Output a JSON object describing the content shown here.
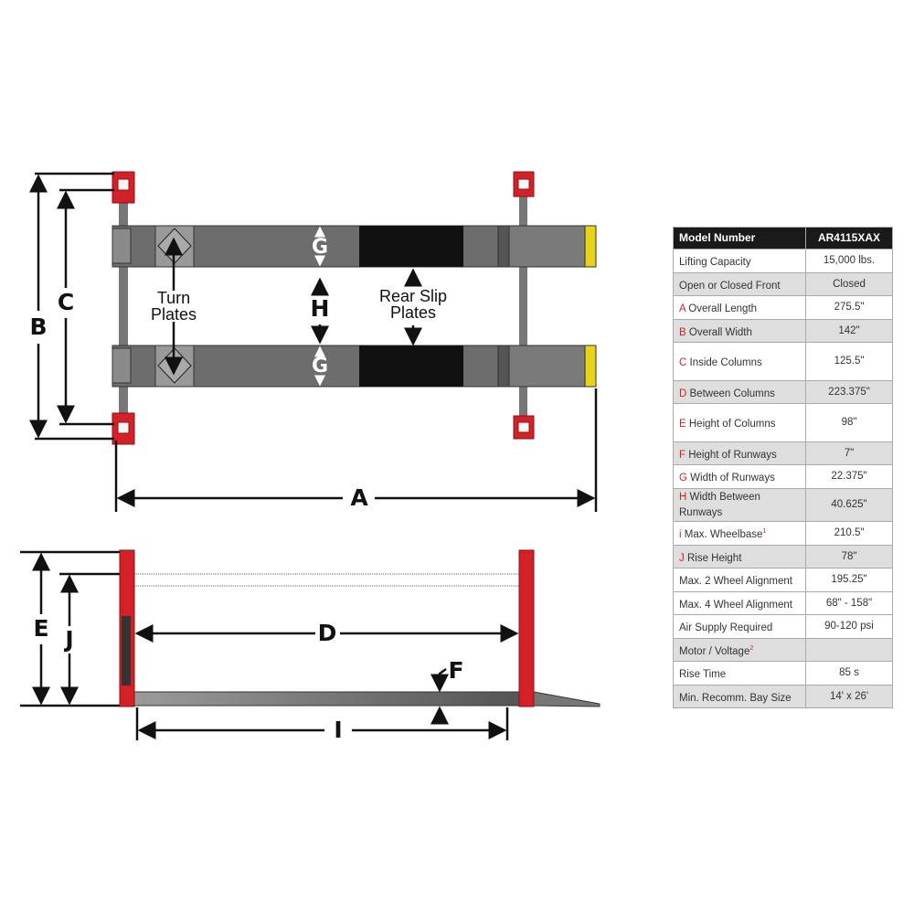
{
  "diagram": {
    "labels": {
      "A": "A",
      "B": "B",
      "C": "C",
      "D": "D",
      "E": "E",
      "F": "F",
      "G": "G",
      "H": "H",
      "I": "I",
      "J": "J"
    },
    "turn_plates": [
      "Turn",
      "Plates"
    ],
    "rear_slip_plates": [
      "Rear Slip",
      "Plates"
    ],
    "colors": {
      "column": "#d42027",
      "runway": "#6d6d6d",
      "slip": "#111111",
      "end_cap": "#e8d21c"
    }
  },
  "spec_table": {
    "header": {
      "label": "Model Number",
      "value": "AR4115XAX"
    },
    "rows": [
      {
        "letter": "",
        "label": "Lifting Capacity",
        "sup": "",
        "value": "15,000 lbs."
      },
      {
        "letter": "",
        "label": "Open or Closed Front",
        "sup": "",
        "value": "Closed"
      },
      {
        "letter": "A",
        "label": "Overall Length",
        "sup": "",
        "value": "275.5\""
      },
      {
        "letter": "B",
        "label": "Overall Width",
        "sup": "",
        "value": "142\""
      },
      {
        "letter": "C",
        "label": "Inside Columns",
        "sup": "",
        "value": "125.5\""
      },
      {
        "letter": "D",
        "label": "Between Columns",
        "sup": "",
        "value": "223.375\""
      },
      {
        "letter": "E",
        "label": "Height of Columns",
        "sup": "",
        "value": "98\""
      },
      {
        "letter": "F",
        "label": "Height of Runways",
        "sup": "",
        "value": "7\""
      },
      {
        "letter": "G",
        "label": "Width of Runways",
        "sup": "",
        "value": "22.375\""
      },
      {
        "letter": "H",
        "label": "Width Between Runways",
        "sup": "",
        "value": "40.625\""
      },
      {
        "letter": "i",
        "label": "Max. Wheelbase",
        "sup": "1",
        "value": "210.5\""
      },
      {
        "letter": "J",
        "label": "Rise Height",
        "sup": "",
        "value": "78\""
      },
      {
        "letter": "",
        "label": "Max. 2 Wheel Alignment",
        "sup": "",
        "value": "195.25\""
      },
      {
        "letter": "",
        "label": "Max. 4 Wheel Alignment",
        "sup": "",
        "value": "68\" - 158\""
      },
      {
        "letter": "",
        "label": "Air Supply Required",
        "sup": "",
        "value": "90-120 psi"
      },
      {
        "letter": "",
        "label": "Motor / Voltage",
        "sup": "2",
        "value": ""
      },
      {
        "letter": "",
        "label": "Rise Time",
        "sup": "",
        "value": "85 s"
      },
      {
        "letter": "",
        "label": "Min. Recomm. Bay Size",
        "sup": "",
        "value": "14' x 26'"
      }
    ]
  }
}
